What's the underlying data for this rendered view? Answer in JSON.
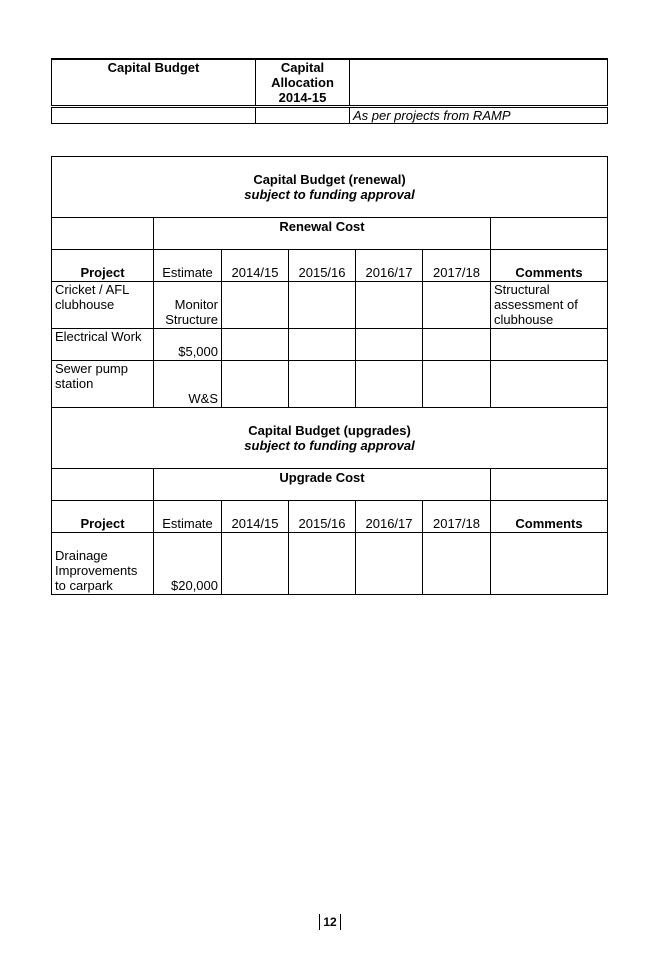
{
  "capital_allocation_table": {
    "headers": [
      "Capital Budget",
      "Capital Allocation 2014-15",
      ""
    ],
    "row": [
      "",
      "",
      "As per projects from RAMP"
    ]
  },
  "renewal_section": {
    "title": "Capital Budget (renewal)",
    "subtitle": "subject to funding approval",
    "cost_header": "Renewal Cost",
    "columns": [
      "Project",
      "Estimate",
      "2014/15",
      "2015/16",
      "2016/17",
      "2017/18",
      "Comments"
    ],
    "rows": [
      {
        "project": "Cricket / AFL clubhouse",
        "estimate": "Monitor Structure",
        "comments": "Structural assessment of clubhouse"
      },
      {
        "project": "Electrical Work",
        "estimate": "$5,000",
        "comments": ""
      },
      {
        "project": "Sewer pump station",
        "estimate": "W&S",
        "comments": ""
      }
    ]
  },
  "upgrade_section": {
    "title": "Capital Budget (upgrades)",
    "subtitle": "subject to funding approval",
    "cost_header": "Upgrade Cost",
    "columns": [
      "Project",
      "Estimate",
      "2014/15",
      "2015/16",
      "2016/17",
      "2017/18",
      "Comments"
    ],
    "rows": [
      {
        "project": "Drainage Improvements to carpark",
        "estimate": "$20,000",
        "comments": ""
      }
    ]
  },
  "footer": {
    "page_number": "12"
  }
}
